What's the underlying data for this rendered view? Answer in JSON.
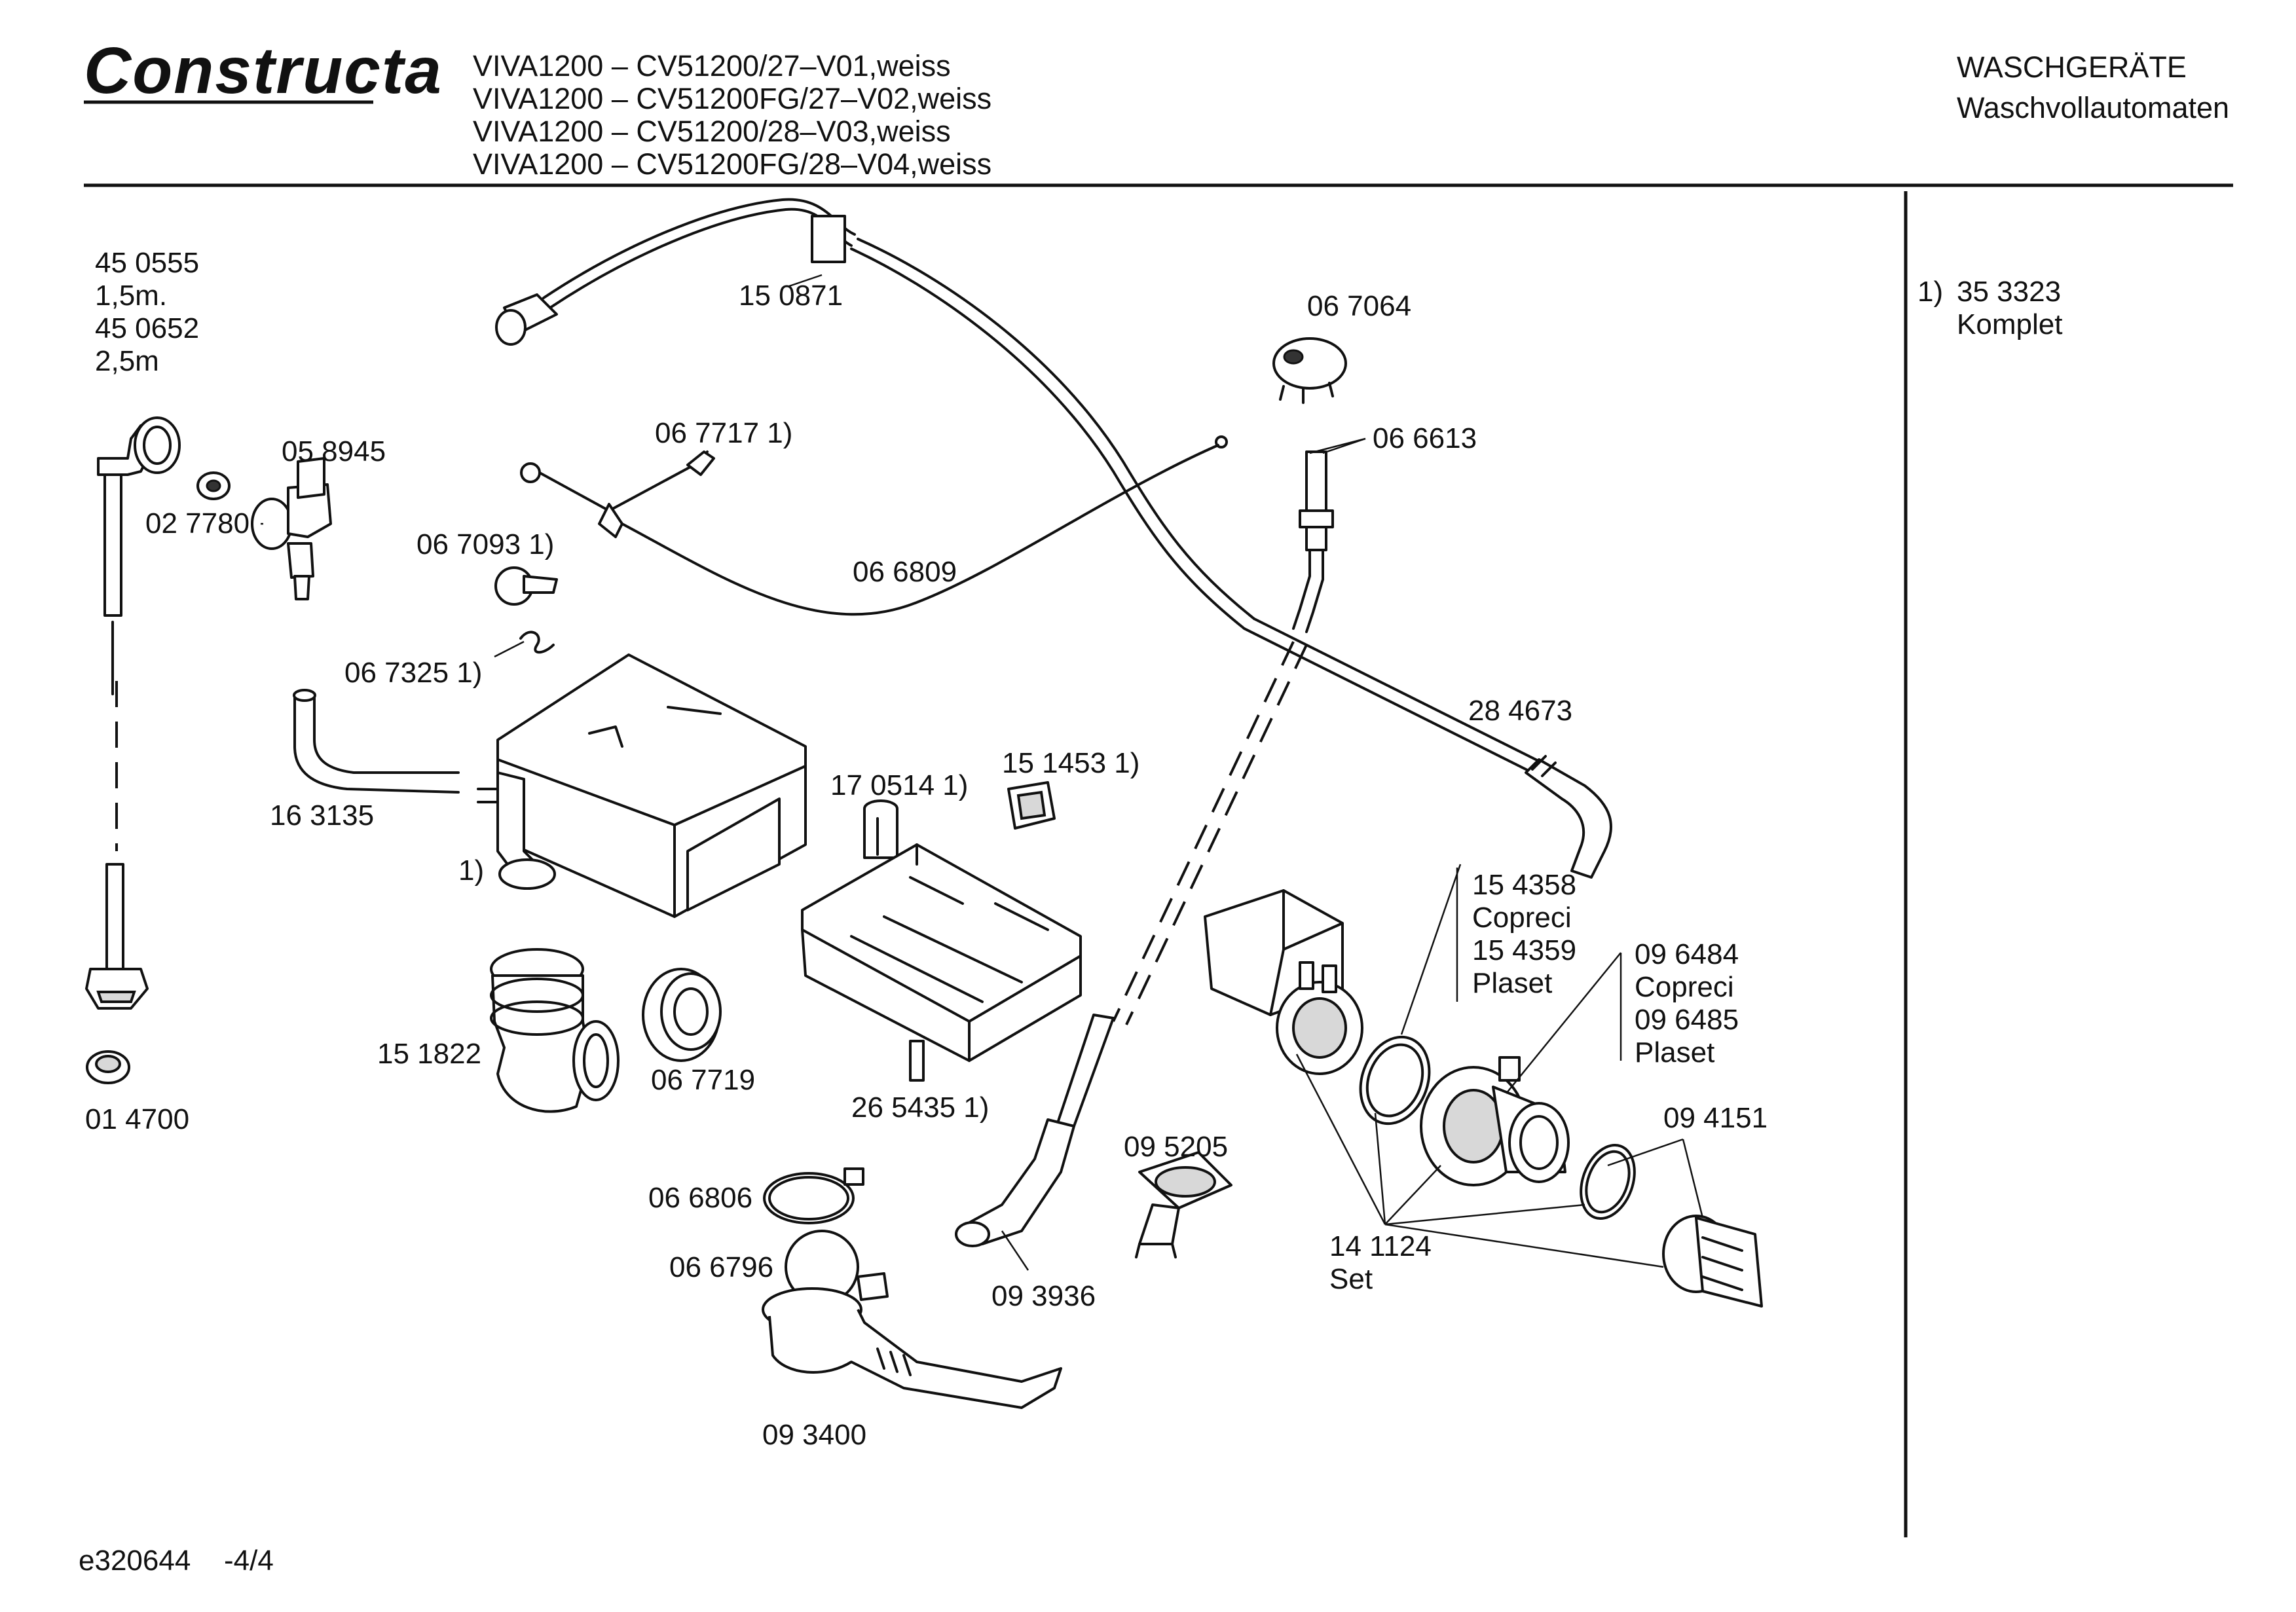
{
  "header": {
    "brand": "Constructa",
    "models": [
      "VIVA1200 – CV51200/27–V01,weiss",
      "VIVA1200 – CV51200FG/27–V02,weiss",
      "VIVA1200 – CV51200/28–V03,weiss",
      "VIVA1200 – CV51200FG/28–V04,weiss"
    ],
    "category": "WASCHGERÄTE",
    "subcategory": "Waschvollautomaten"
  },
  "footnote": {
    "marker": "1)",
    "part_no": "35 3323",
    "text": "Komplet"
  },
  "footer": {
    "doc_id": "e320644",
    "page": "-4/4"
  },
  "labels": {
    "p450555": "45 0555",
    "len15": "1,5m.",
    "p450652": "45 0652",
    "len25": "2,5m",
    "p058945": "05 8945",
    "p027780": "02 7780",
    "p014700": "01 4700",
    "p150871": "15 0871",
    "p067717": "06 7717 1)",
    "p067093": "06 7093 1)",
    "p066809": "06 6809",
    "p067325": "06 7325 1)",
    "p163135": "16 3135",
    "p1": "1)",
    "p151822": "15 1822",
    "p067719": "06 7719",
    "p170514": "17 0514 1)",
    "p151453": "15 1453 1)",
    "p265435": "26 5435 1)",
    "p067064": "06 7064",
    "p066613": "06 6613",
    "p284673": "28 4673",
    "p154358": "15 4358",
    "copreci1": "Copreci",
    "p154359": "15 4359",
    "plaset1": "Plaset",
    "p096484": "09 6484",
    "copreci2": "Copreci",
    "p096485": "09 6485",
    "plaset2": "Plaset",
    "p094151": "09 4151",
    "p095205": "09 5205",
    "p066806": "06 6806",
    "p066796": "06 6796",
    "p093936": "09 3936",
    "p141124": "14 1124",
    "set": "Set",
    "p093400": "09 3400"
  }
}
